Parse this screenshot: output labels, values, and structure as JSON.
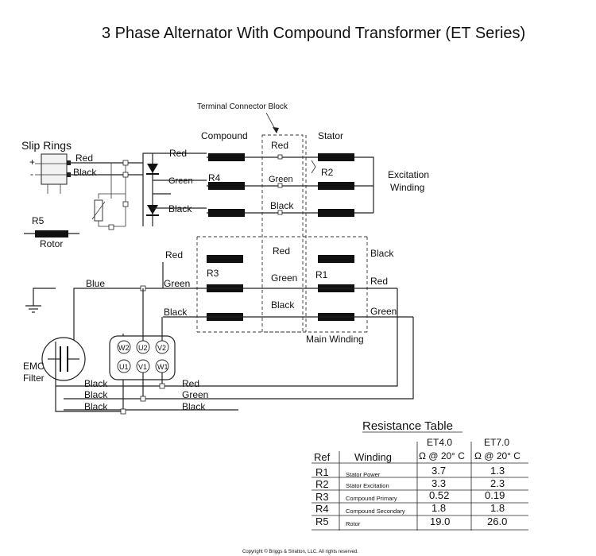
{
  "title": "3 Phase Alternator With Compound Transformer  (ET Series)",
  "labels": {
    "terminal_block": "Terminal Connector Block",
    "compound": "Compound",
    "stator": "Stator",
    "slip_rings": "Slip Rings",
    "plus": "+",
    "minus": "-",
    "red": "Red",
    "black": "Black",
    "green": "Green",
    "blue": "Blue",
    "r1": "R1",
    "r2": "R2",
    "r3": "R3",
    "r4": "R4",
    "r5": "R5",
    "rotor": "Rotor",
    "excitation_1": "Excitation",
    "excitation_2": "Winding",
    "main_winding": "Main Winding",
    "emc_1": "EMC",
    "emc_2": "Filter",
    "w2": "W2",
    "u2": "U2",
    "v2": "V2",
    "u1": "U1",
    "v1": "V1",
    "w1": "W1"
  },
  "table": {
    "title": "Resistance Table",
    "col_ref": "Ref",
    "col_winding": "Winding",
    "et4": "ET4.0",
    "et7": "ET7.0",
    "unit4": "Ω @ 20° C",
    "unit7": "Ω @ 20° C",
    "rows": [
      {
        "ref": "R1",
        "winding": "Stator Power",
        "et4": "3.7",
        "et7": "1.3"
      },
      {
        "ref": "R2",
        "winding": "Stator Excitation",
        "et4": "3.3",
        "et7": "2.3"
      },
      {
        "ref": "R3",
        "winding": "Compound Primary",
        "et4": "0.52",
        "et7": "0.19"
      },
      {
        "ref": "R4",
        "winding": "Compound Secondary",
        "et4": "1.8",
        "et7": "1.8"
      },
      {
        "ref": "R5",
        "winding": "Rotor",
        "et4": "19.0",
        "et7": "26.0"
      }
    ]
  },
  "copyright": "Copyright © Briggs & Stratton, LLC. All rights reserved."
}
